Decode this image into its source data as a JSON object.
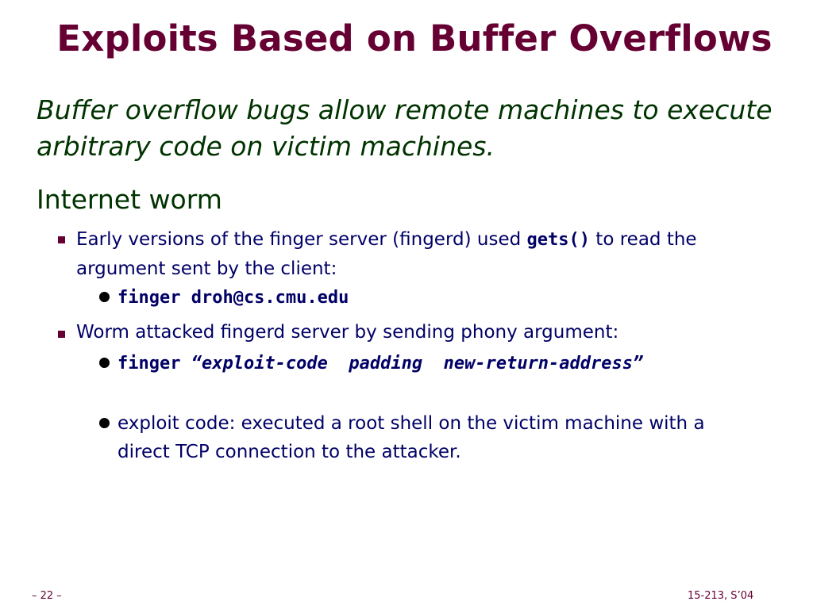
{
  "title": "Exploits Based on Buffer Overflows",
  "intro": "Buffer overflow bugs allow remote machines to execute arbitrary code on victim machines.",
  "heading": "Internet worm",
  "bullet1": {
    "text_before": "Early versions of the finger server (fingerd) used ",
    "code": "gets()",
    "text_after": " to read the argument sent by the client:",
    "sub1": "finger droh@cs.cmu.edu"
  },
  "bullet2": {
    "text": "Worm attacked fingerd server by sending phony argument:",
    "sub1_cmd": "finger ",
    "sub1_arg": "“exploit-code  padding  new-return-address”",
    "sub2": "exploit code: executed a root shell on the victim machine with a direct TCP connection to the attacker."
  },
  "footer": {
    "page": "– 22 –",
    "course": "15-213, S’04"
  },
  "colors": {
    "title": "#660033",
    "body_green": "#003300",
    "body_blue": "#000066",
    "square_bullet": "#660033",
    "dot_bullet": "#000000"
  }
}
